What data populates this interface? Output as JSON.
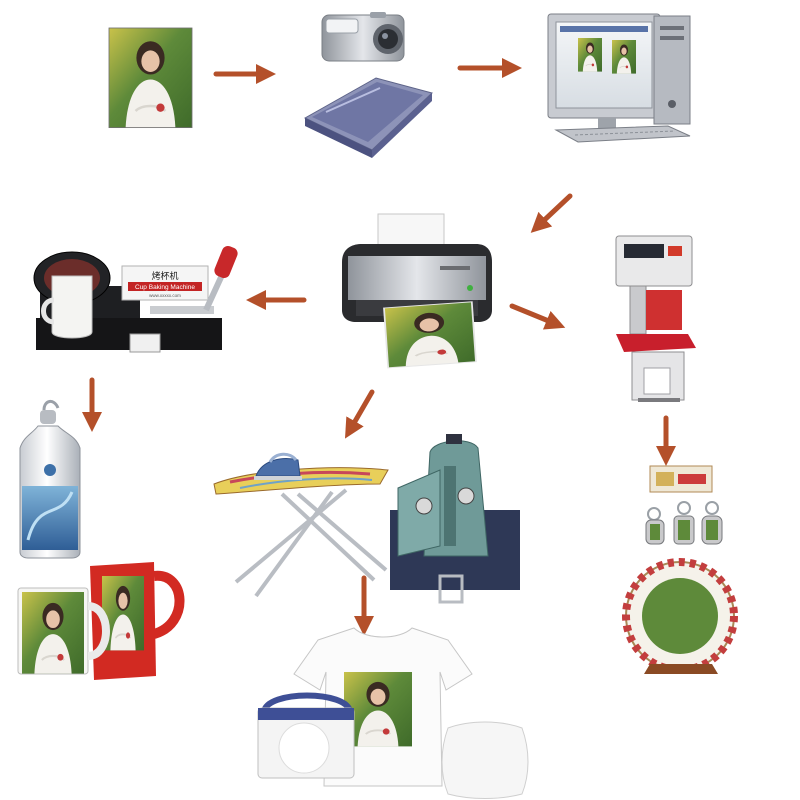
{
  "colors": {
    "arrow": "#b4502a",
    "photo_green": "#5e8a3a",
    "photo_yellow": "#c9c24a",
    "dress": "#f3f1ec",
    "skin": "#e7c2a8",
    "hair": "#3a2a22",
    "steel": "#b9bcc2",
    "dark": "#1d1d1f",
    "red": "#d22a22",
    "teal": "#6f9a98",
    "navy": "#2e3856",
    "scanner": "#8d93b8",
    "keyring_gold": "#c89a3a"
  },
  "icons": [
    "photo-icon",
    "camera-icon",
    "scanner-icon",
    "computer-icon",
    "printer-icon",
    "mug-press-icon",
    "cap-press-icon",
    "water-bottle-icon",
    "mug-icon",
    "ironing-board-icon",
    "iron-icon",
    "heat-press-icon",
    "keychain-icon",
    "plate-icon",
    "tshirt-icon",
    "bag-icon",
    "pillow-icon"
  ],
  "labels": {
    "mug_press_plate_cn": "烤杯机",
    "mug_press_plate_en": "Cup Baking Machine",
    "mug_press_plate_small": "www.xxxxx.com"
  }
}
